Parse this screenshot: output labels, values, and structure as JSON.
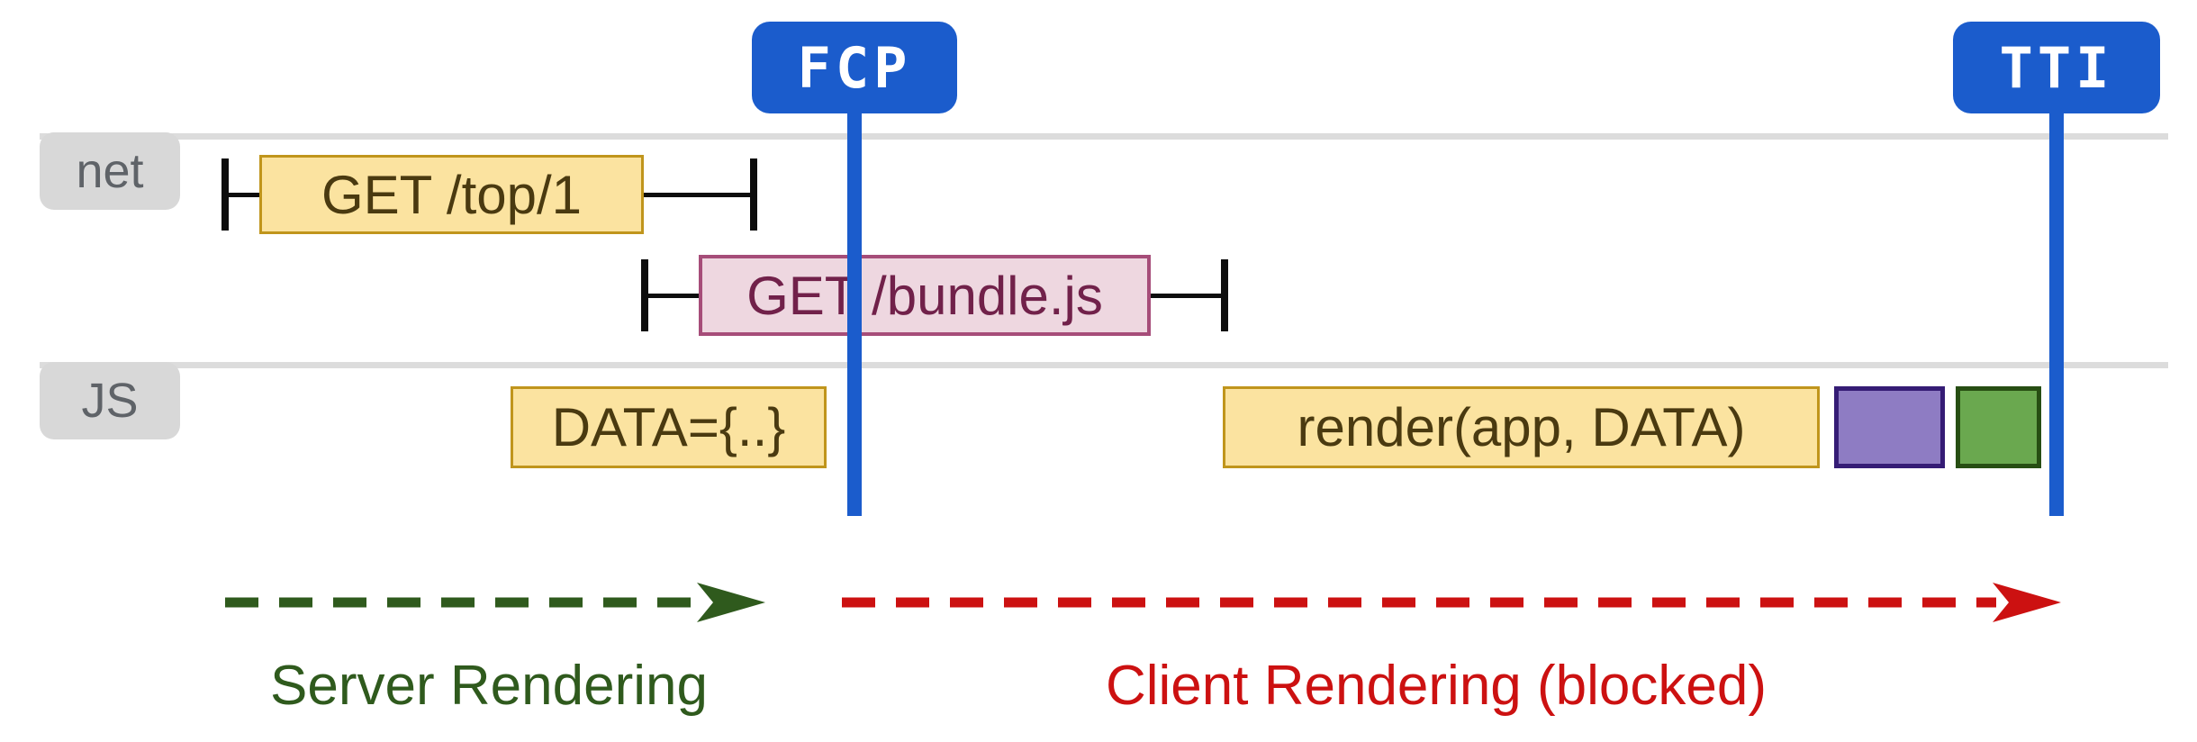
{
  "diagram": {
    "markers": {
      "fcp": "FCP",
      "tti": "TTI"
    },
    "lanes": {
      "net": "net",
      "js": "JS"
    },
    "boxes": {
      "get_top": "GET /top/1",
      "get_bundle": "GET /bundle.js",
      "data_task": "DATA={..}",
      "render_task": "render(app, DATA)"
    },
    "phases": {
      "server": "Server Rendering",
      "client": "Client Rendering (blocked)"
    }
  },
  "colors": {
    "marker_blue": "#1b5ccc",
    "lane_gray": "#dcdcdc",
    "label_gray_bg": "#d8d8d8",
    "label_gray_text": "#5f6368",
    "task_yellow_fill": "#fbe3a0",
    "task_yellow_border": "#c0951c",
    "task_yellow_text": "#4a3a10",
    "request_pink_fill": "#eed7e0",
    "request_pink_border": "#a64d79",
    "request_pink_text": "#71214a",
    "paint_purple_fill": "#8e7cc3",
    "paint_purple_border": "#351c75",
    "paint_green_fill": "#6aa84f",
    "paint_green_border": "#274e13",
    "tick_black": "#0d0d0d",
    "server_green": "#2f5a1d",
    "client_red": "#cc1111"
  }
}
